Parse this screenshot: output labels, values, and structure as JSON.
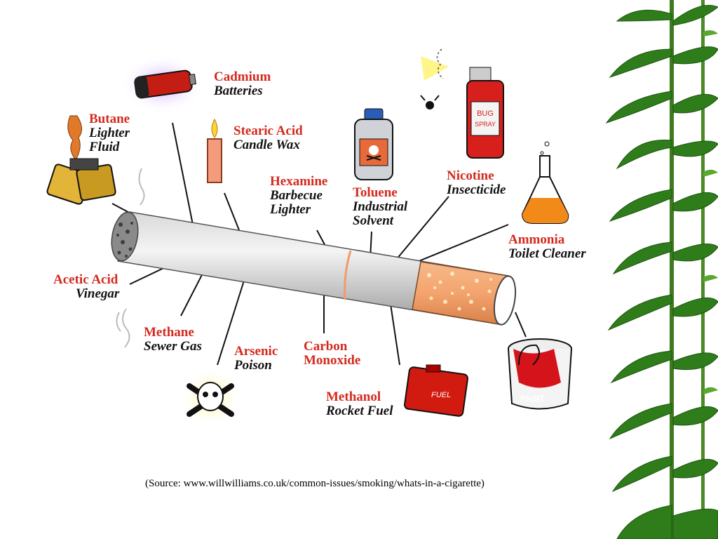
{
  "labels": {
    "cadmium": {
      "chem": "Cadmium",
      "use": "Batteries"
    },
    "butane": {
      "chem": "Butane",
      "use": "Lighter",
      "use2": "Fluid"
    },
    "stearic": {
      "chem": "Stearic Acid",
      "use": "Candle Wax"
    },
    "hexamine": {
      "chem": "Hexamine",
      "use": "Barbecue",
      "use2": "Lighter"
    },
    "toluene": {
      "chem": "Toluene",
      "use": "Industrial",
      "use2": "Solvent"
    },
    "nicotine": {
      "chem": "Nicotine",
      "use": "Insecticide"
    },
    "ammonia": {
      "chem": "Ammonia",
      "use": "Toilet Cleaner"
    },
    "acetic": {
      "chem": "Acetic Acid",
      "use": "Vinegar"
    },
    "methane": {
      "chem": "Methane",
      "use": "Sewer Gas"
    },
    "arsenic": {
      "chem": "Arsenic",
      "use": "Poison"
    },
    "carbon": {
      "chem": "Carbon",
      "chem2": "Monoxide"
    },
    "methanol": {
      "chem": "Methanol",
      "use": "Rocket Fuel"
    },
    "cadmium_paint": {}
  },
  "icons": {
    "spray_text1": "BUG",
    "spray_text2": "SPRAY",
    "fuel_text": "FUEL",
    "paint_text": "PAINT"
  },
  "source": "(Source: www.willwilliams.co.uk/common-issues/smoking/whats-in-a-cigarette)",
  "colors": {
    "chemical_label": "#d42a1e",
    "use_label": "#111111",
    "filter": "#f2a36b",
    "leaf_green": "#2e7d1a"
  }
}
